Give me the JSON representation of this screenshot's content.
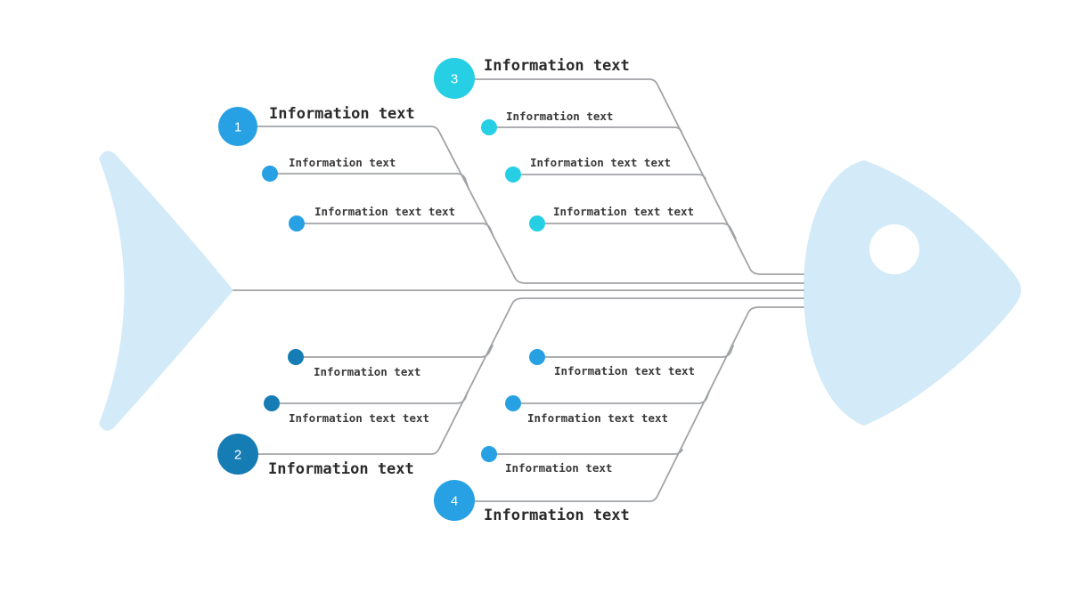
{
  "colors": {
    "fish": "#d3eaf8",
    "line": "#a0a3a6",
    "eye": "#ffffff"
  },
  "branches": [
    {
      "number": "1",
      "label": "Information text",
      "color": "#27a0e4",
      "items": [
        {
          "label": "Information text",
          "color": "#27a0e4"
        },
        {
          "label": "Information text text",
          "color": "#27a0e4"
        }
      ]
    },
    {
      "number": "2",
      "label": "Information text",
      "color": "#167cb4",
      "items": [
        {
          "label": "Information text",
          "color": "#167cb4"
        },
        {
          "label": "Information text text",
          "color": "#167cb4"
        }
      ]
    },
    {
      "number": "3",
      "label": "Information text",
      "color": "#27cfe4",
      "items": [
        {
          "label": "Information text",
          "color": "#27cfe4"
        },
        {
          "label": "Information text text",
          "color": "#27cfe4"
        },
        {
          "label": "Information text text",
          "color": "#27cfe4"
        }
      ]
    },
    {
      "number": "4",
      "label": "Information text",
      "color": "#27a0e4",
      "items": [
        {
          "label": "Information text text",
          "color": "#27a0e4"
        },
        {
          "label": "Information text text",
          "color": "#27a0e4"
        },
        {
          "label": "Information text",
          "color": "#27a0e4"
        }
      ]
    }
  ]
}
